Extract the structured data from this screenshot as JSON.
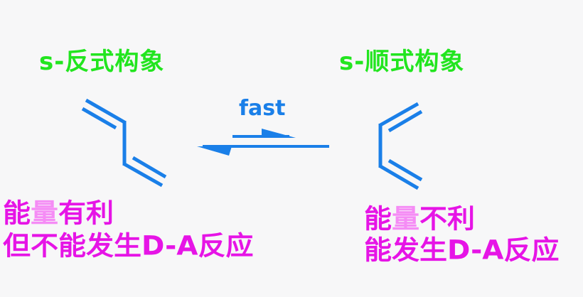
{
  "left": {
    "title": "s-反式构象",
    "line1_a": "能",
    "line1_hl": "量",
    "line1_b": "有利",
    "line2": "但不能发生D-A反应"
  },
  "right": {
    "title": "s-顺式构象",
    "line1_a": "能",
    "line1_hl": "量",
    "line1_b": "不利",
    "line2": "能发生D-A反应"
  },
  "arrow_label": "fast",
  "colors": {
    "bond": "#1a7fe8",
    "title": "#22e51f",
    "note": "#e614e6",
    "highlight": "#f58cf5"
  }
}
